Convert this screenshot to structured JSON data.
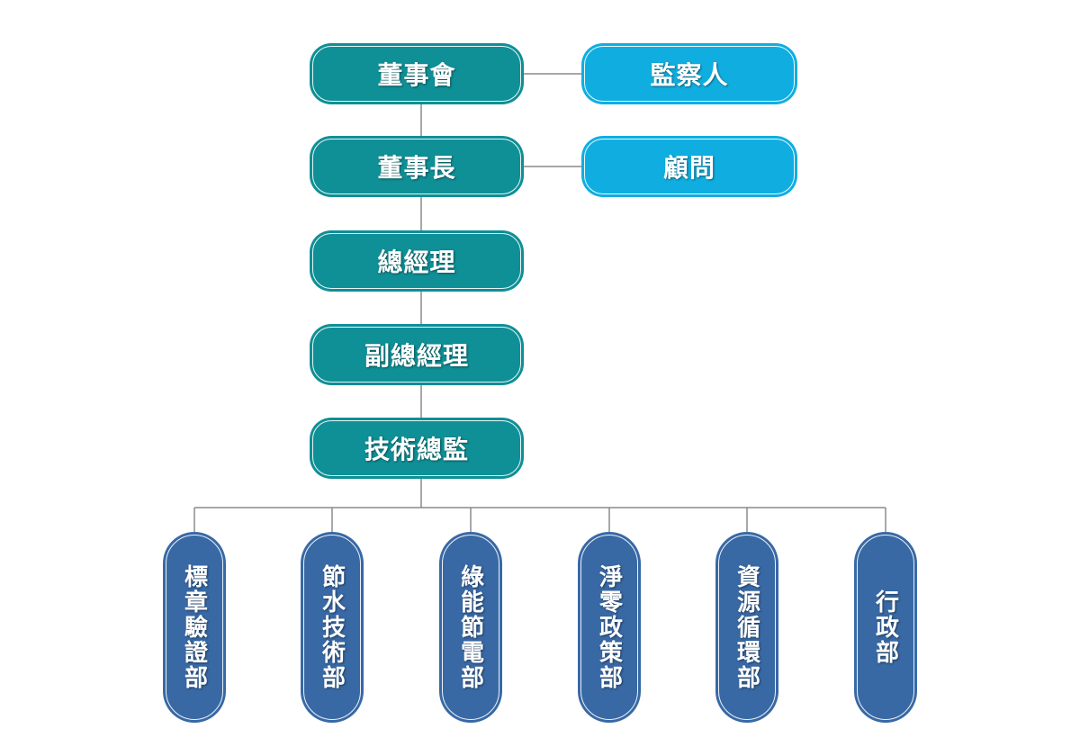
{
  "org": {
    "board": "董事會",
    "chairman": "董事長",
    "general_manager": "總經理",
    "deputy_general_manager": "副總經理",
    "technical_director": "技術總監",
    "supervisor": "監察人",
    "advisor": "顧問"
  },
  "departments": [
    "標章驗證部",
    "節水技術部",
    "綠能節電部",
    "淨零政策部",
    "資源循環部",
    "行政部"
  ],
  "colors": {
    "chain": "#0f8f96",
    "side": "#10aee0",
    "department": "#3869a5",
    "connector": "#8a8a8a"
  }
}
